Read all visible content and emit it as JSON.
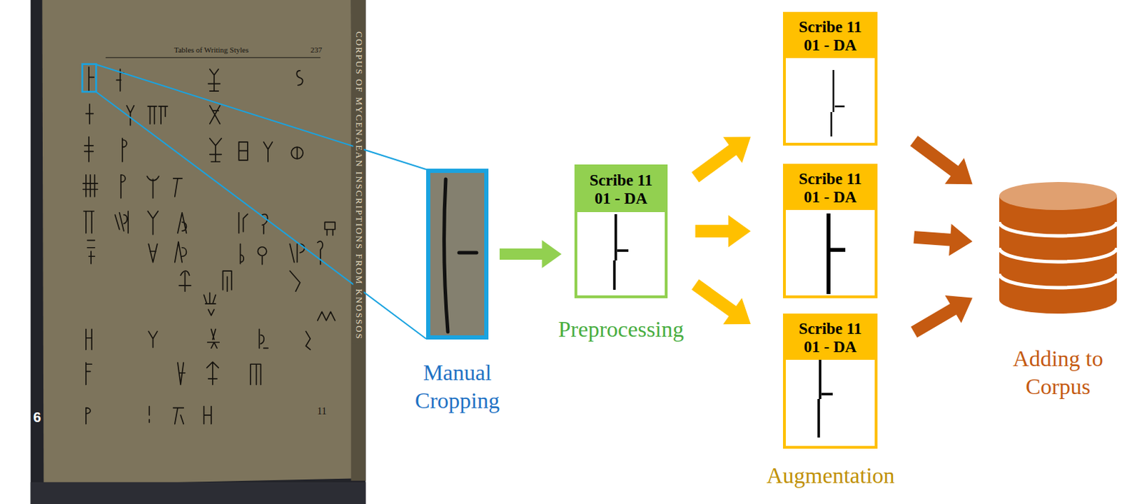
{
  "diagram": {
    "nodes": [
      {
        "text": [
          "Manual Cropping"
        ]
      },
      {
        "text": [
          "Scribe 11 01 - DA",
          "Preprocessing"
        ]
      },
      {
        "text": [
          "Scribe 11 01 - DA"
        ]
      },
      {
        "text": [
          "Scribe 11 01 - DA"
        ]
      },
      {
        "text": [
          "Scribe 11 01 - DA"
        ]
      },
      {
        "text": [
          "Adding to Corpus"
        ]
      }
    ],
    "edges": [
      {
        "from": 0,
        "to": 1,
        "arrow": "to"
      },
      {
        "from": 1,
        "to": 2,
        "arrow": "to"
      },
      {
        "from": 1,
        "to": 3,
        "arrow": "to"
      },
      {
        "from": 1,
        "to": 4,
        "arrow": "to"
      },
      {
        "from": 2,
        "to": 5,
        "arrow": "to"
      },
      {
        "from": 3,
        "to": 5,
        "arrow": "to"
      },
      {
        "from": 4,
        "to": 5,
        "arrow": "to"
      }
    ],
    "labels": [
      "Tables of Writing Styles",
      "237",
      "CORPUS OF MYCENAEAN INSCRIPTIONS FROM KNOSSOS",
      "6",
      "11",
      "Augmentation"
    ]
  }
}
